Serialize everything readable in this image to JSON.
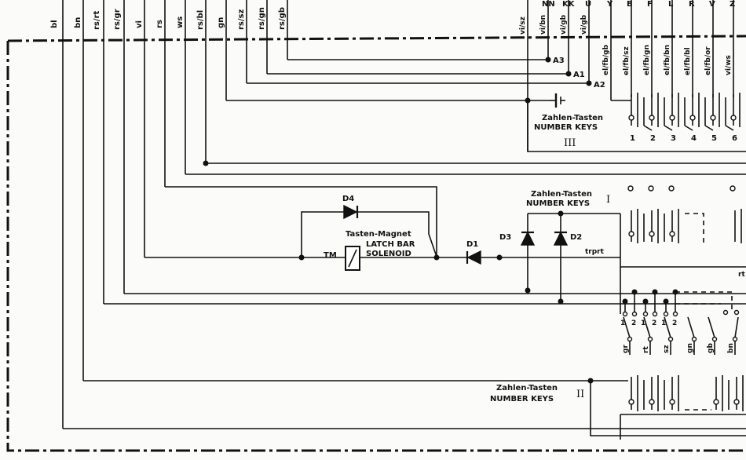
{
  "bus_wires": [
    "bl",
    "bn",
    "rs/rt",
    "rs/gr",
    "vi",
    "rs",
    "ws",
    "rs/bl",
    "gn",
    "rs/sz",
    "rs/gn",
    "rs/gb"
  ],
  "top_connectors": [
    "NN",
    "KK",
    "U",
    "Y",
    "B",
    "F",
    "L",
    "R",
    "V",
    "Z"
  ],
  "top_wires": [
    "vi/sz",
    "vi/bn",
    "vi/gb",
    "vi/gb"
  ],
  "key_wires": [
    "el/fb/gb",
    "el/fb/sz",
    "el/fb/gn",
    "el/fb/bn",
    "el/fb/bl",
    "el/fb/or",
    "vi/ws"
  ],
  "nodes": {
    "a3": "A3",
    "a1": "A1",
    "a2": "A2",
    "d4": "D4",
    "d1": "D1",
    "d3": "D3",
    "d2": "D2",
    "tm": "TM",
    "trprt": "trprt",
    "rt": "rt"
  },
  "magnet": {
    "de": "Tasten-Magnet",
    "en1": "LATCH BAR",
    "en2": "SOLENOID"
  },
  "group3": {
    "de": "Zahlen-Tasten",
    "en": "NUMBER KEYS",
    "roman": "III",
    "keys": [
      "1",
      "2",
      "3",
      "4",
      "5",
      "6"
    ]
  },
  "group1": {
    "de": "Zahlen-Tasten",
    "en": "NUMBER KEYS",
    "roman": "I"
  },
  "group2": {
    "de": "Zahlen-Tasten",
    "en": "NUMBER KEYS",
    "roman": "II"
  },
  "switch_pins": [
    "1",
    "2",
    "1",
    "2",
    "1",
    "2"
  ],
  "switch_wires": [
    "gr",
    "rt",
    "sz",
    "gn",
    "gb",
    "bn"
  ]
}
